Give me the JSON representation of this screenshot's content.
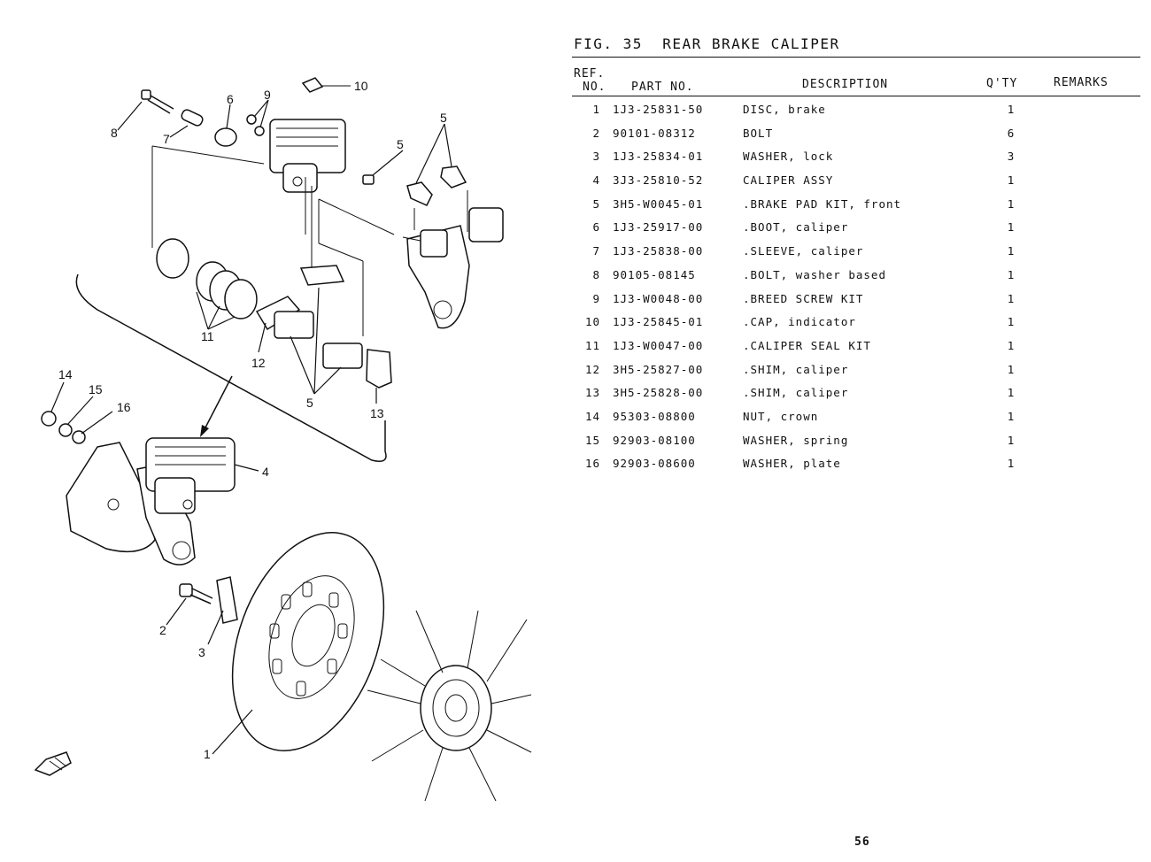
{
  "figure": {
    "title": "FIG. 35  REAR BRAKE CALIPER"
  },
  "columns": {
    "ref_line1": "REF.",
    "ref_line2": "NO.",
    "part_no": "PART NO.",
    "description": "DESCRIPTION",
    "qty": "Q'TY",
    "remarks": "REMARKS"
  },
  "parts": [
    {
      "ref": "1",
      "part_no": "1J3-25831-50",
      "description": "DISC, brake",
      "qty": "1",
      "remarks": ""
    },
    {
      "ref": "2",
      "part_no": "90101-08312",
      "description": "BOLT",
      "qty": "6",
      "remarks": ""
    },
    {
      "ref": "3",
      "part_no": "1J3-25834-01",
      "description": "WASHER, lock",
      "qty": "3",
      "remarks": ""
    },
    {
      "ref": "4",
      "part_no": "3J3-25810-52",
      "description": "CALIPER ASSY",
      "qty": "1",
      "remarks": ""
    },
    {
      "ref": "5",
      "part_no": "3H5-W0045-01",
      "description": ".BRAKE PAD KIT, front",
      "qty": "1",
      "remarks": ""
    },
    {
      "ref": "6",
      "part_no": "1J3-25917-00",
      "description": ".BOOT, caliper",
      "qty": "1",
      "remarks": ""
    },
    {
      "ref": "7",
      "part_no": "1J3-25838-00",
      "description": ".SLEEVE, caliper",
      "qty": "1",
      "remarks": ""
    },
    {
      "ref": "8",
      "part_no": "90105-08145",
      "description": ".BOLT, washer based",
      "qty": "1",
      "remarks": ""
    },
    {
      "ref": "9",
      "part_no": "1J3-W0048-00",
      "description": ".BREED SCREW KIT",
      "qty": "1",
      "remarks": ""
    },
    {
      "ref": "10",
      "part_no": "1J3-25845-01",
      "description": ".CAP, indicator",
      "qty": "1",
      "remarks": ""
    },
    {
      "ref": "11",
      "part_no": "1J3-W0047-00",
      "description": ".CALIPER SEAL KIT",
      "qty": "1",
      "remarks": ""
    },
    {
      "ref": "12",
      "part_no": "3H5-25827-00",
      "description": ".SHIM, caliper",
      "qty": "1",
      "remarks": ""
    },
    {
      "ref": "13",
      "part_no": "3H5-25828-00",
      "description": ".SHIM, caliper",
      "qty": "1",
      "remarks": ""
    },
    {
      "ref": "14",
      "part_no": "95303-08800",
      "description": "NUT, crown",
      "qty": "1",
      "remarks": ""
    },
    {
      "ref": "15",
      "part_no": "92903-08100",
      "description": "WASHER, spring",
      "qty": "1",
      "remarks": ""
    },
    {
      "ref": "16",
      "part_no": "92903-08600",
      "description": "WASHER, plate",
      "qty": "1",
      "remarks": ""
    }
  ],
  "callouts": {
    "c1": "1",
    "c2": "2",
    "c3": "3",
    "c4": "4",
    "c5a": "5",
    "c5b": "5",
    "c5c": "5",
    "c6": "6",
    "c7": "7",
    "c8": "8",
    "c9": "9",
    "c10": "10",
    "c11": "11",
    "c12": "12",
    "c13": "13",
    "c14": "14",
    "c15": "15",
    "c16": "16"
  },
  "page_number": "56",
  "icons": {
    "front_arrow": "front-arrow-icon"
  }
}
